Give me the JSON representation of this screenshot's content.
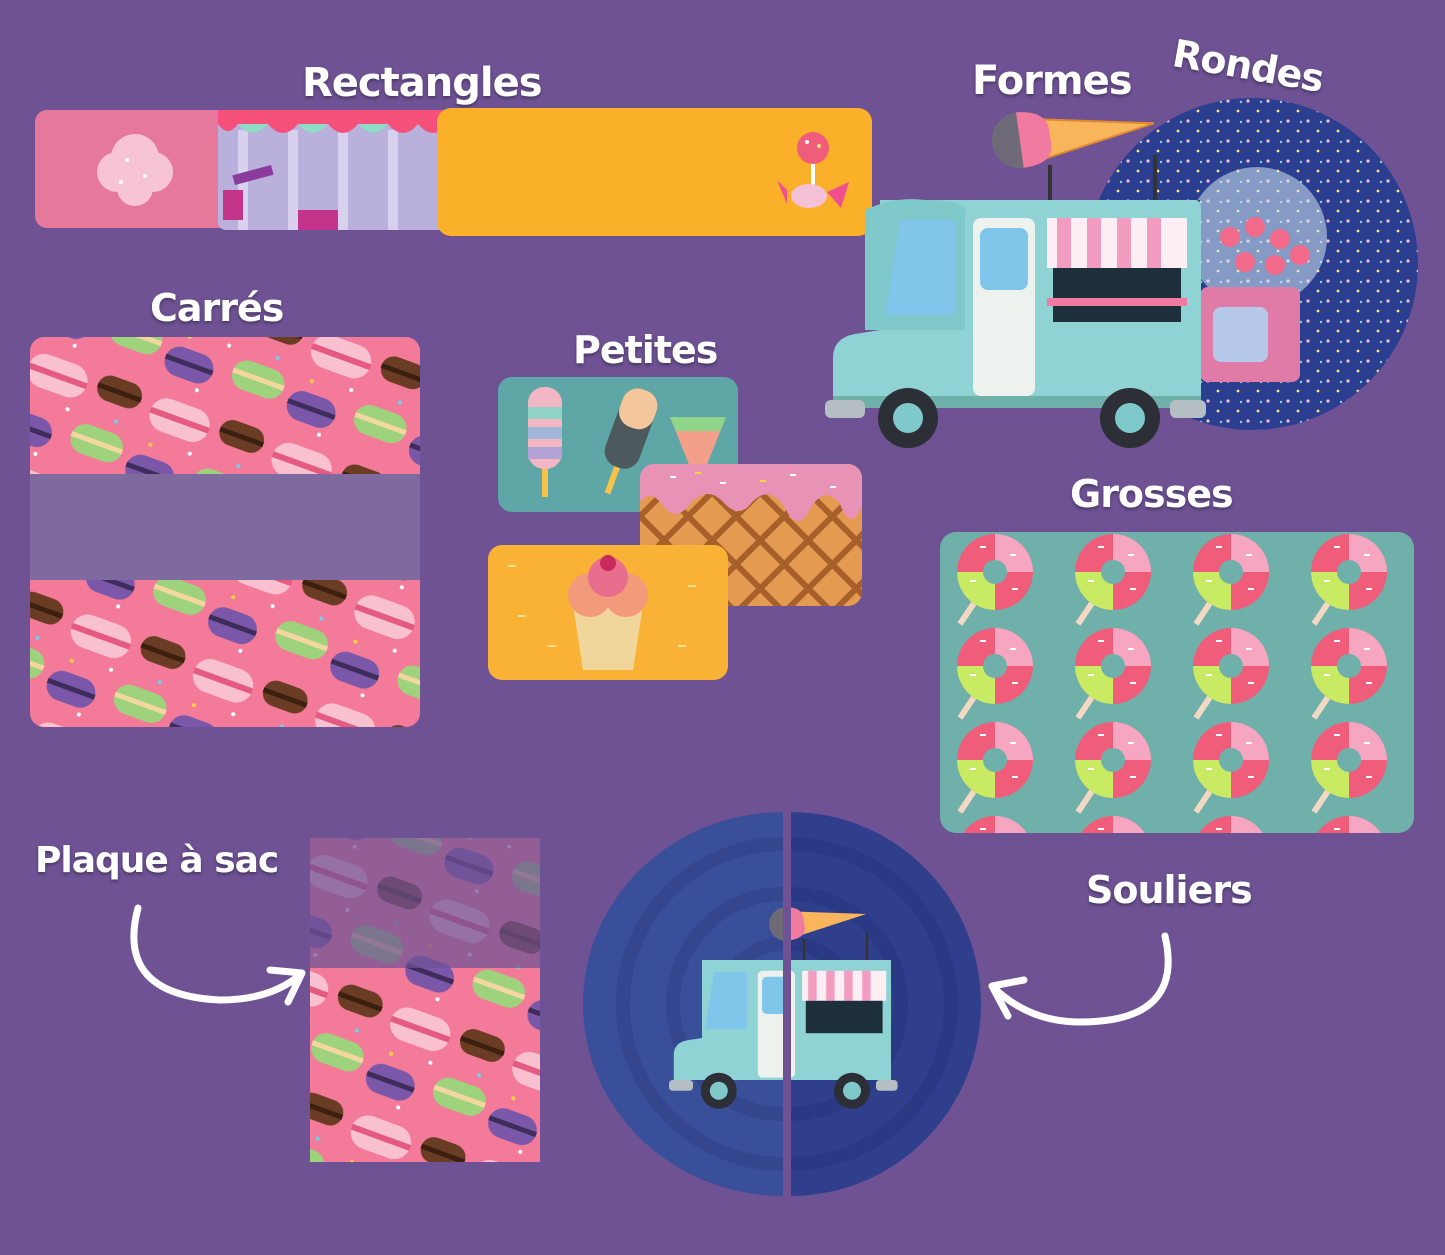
{
  "labels": {
    "rectangles": "Rectangles",
    "formes": "Formes",
    "rondes": "Rondes",
    "carres": "Carrés",
    "petites": "Petites",
    "grosses": "Grosses",
    "plaque": "Plaque à sac",
    "souliers": "Souliers"
  },
  "colors": {
    "background": "#6e5294",
    "pink": "#f47a9a",
    "teal": "#6fb0ab",
    "orange": "#fbb02a",
    "navy": "#334a93",
    "mint": "#8fd3d4"
  },
  "icons": [
    "cotton-candy-icon",
    "candy-stand-icon",
    "cake-pop-icon",
    "ice-cream-truck-icon",
    "gumball-machine-icon",
    "macaron-icon",
    "popsicle-icon",
    "waffle-icon",
    "ice-cream-cone-icon",
    "donut-lollipop-icon",
    "curved-arrow-icon"
  ]
}
